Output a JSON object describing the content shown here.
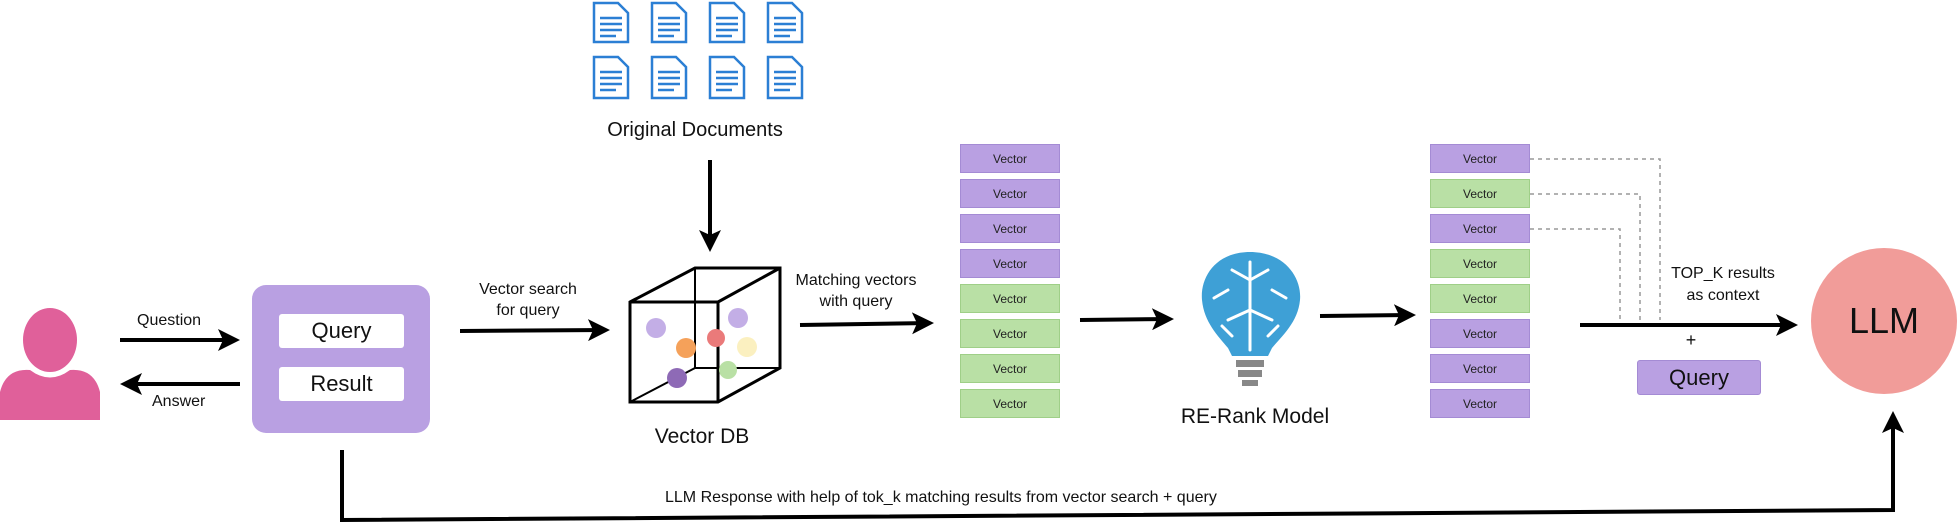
{
  "labels": {
    "question": "Question",
    "answer": "Answer",
    "query": "Query",
    "result": "Result",
    "vector_search": [
      "Vector search",
      "for query"
    ],
    "original_documents": "Original Documents",
    "vector_db": "Vector DB",
    "matching_vectors": [
      "Matching vectors",
      "with query"
    ],
    "rerank_model": "RE-Rank Model",
    "topk": [
      "TOP_K results",
      "as context"
    ],
    "plus": "+",
    "query_chip": "Query",
    "llm": "LLM",
    "bottom_response": "LLM Response with help of tok_k matching results from vector search + query"
  },
  "vector_label": "Vector",
  "stack_a_colors": [
    "purple",
    "purple",
    "purple",
    "purple",
    "green",
    "green",
    "green",
    "green"
  ],
  "stack_b_colors": [
    "purple",
    "green",
    "purple",
    "green",
    "green",
    "purple",
    "purple",
    "purple"
  ],
  "colors": {
    "purple": "#b9a0e2",
    "green": "#b9e0a5",
    "llm": "#f19c99",
    "user": "#e0609a",
    "doc_blue": "#2b7fd4",
    "brain_blue": "#3ea0d6"
  },
  "icons": [
    "user-icon",
    "document-icon",
    "cube-icon",
    "brain-bulb-icon"
  ]
}
